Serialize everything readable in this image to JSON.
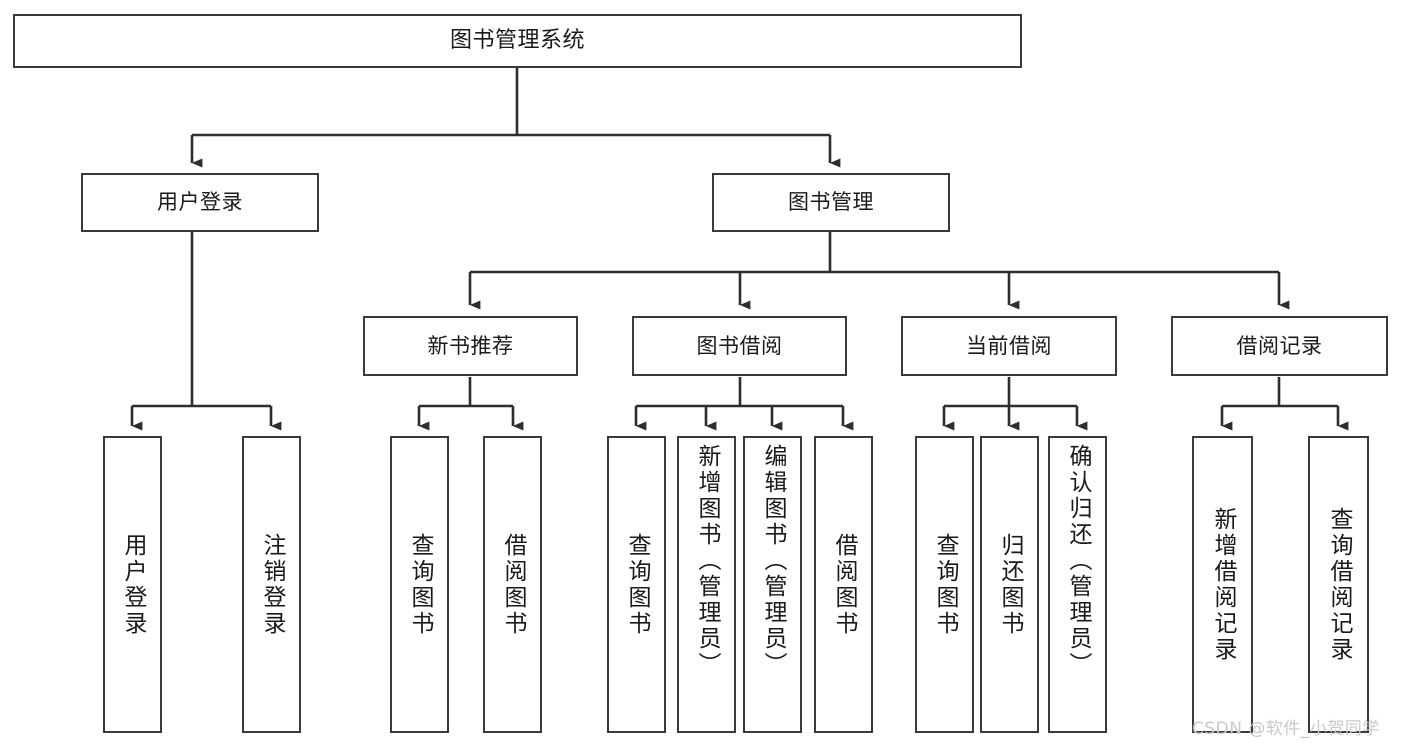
{
  "diagram": {
    "title": "图书管理系统",
    "type": "tree-hierarchy-chart",
    "stroke_color": "#3a3a3a",
    "fill_color": "#ffffff",
    "text_color": "#1a1a1a"
  },
  "root": {
    "label": "图书管理系统"
  },
  "level2": [
    {
      "label": "用户登录"
    },
    {
      "label": "图书管理"
    }
  ],
  "level3": [
    {
      "label": "新书推荐"
    },
    {
      "label": "图书借阅"
    },
    {
      "label": "当前借阅"
    },
    {
      "label": "借阅记录"
    }
  ],
  "leaves": {
    "user_login": [
      {
        "label": "用户登录"
      },
      {
        "label": "注销登录"
      }
    ],
    "new_book_recommend": [
      {
        "label": "查询图书"
      },
      {
        "label": "借阅图书"
      }
    ],
    "book_borrow": [
      {
        "label": "查询图书"
      },
      {
        "label": "新增图书（管理员）"
      },
      {
        "label": "编辑图书（管理员）"
      },
      {
        "label": "借阅图书"
      }
    ],
    "current_borrow": [
      {
        "label": "查询图书"
      },
      {
        "label": "归还图书"
      },
      {
        "label": "确认归还（管理员）"
      }
    ],
    "borrow_record": [
      {
        "label": "新增借阅记录"
      },
      {
        "label": "查询借阅记录"
      }
    ]
  },
  "watermark": {
    "text": "CSDN @软件_小贺同学"
  }
}
